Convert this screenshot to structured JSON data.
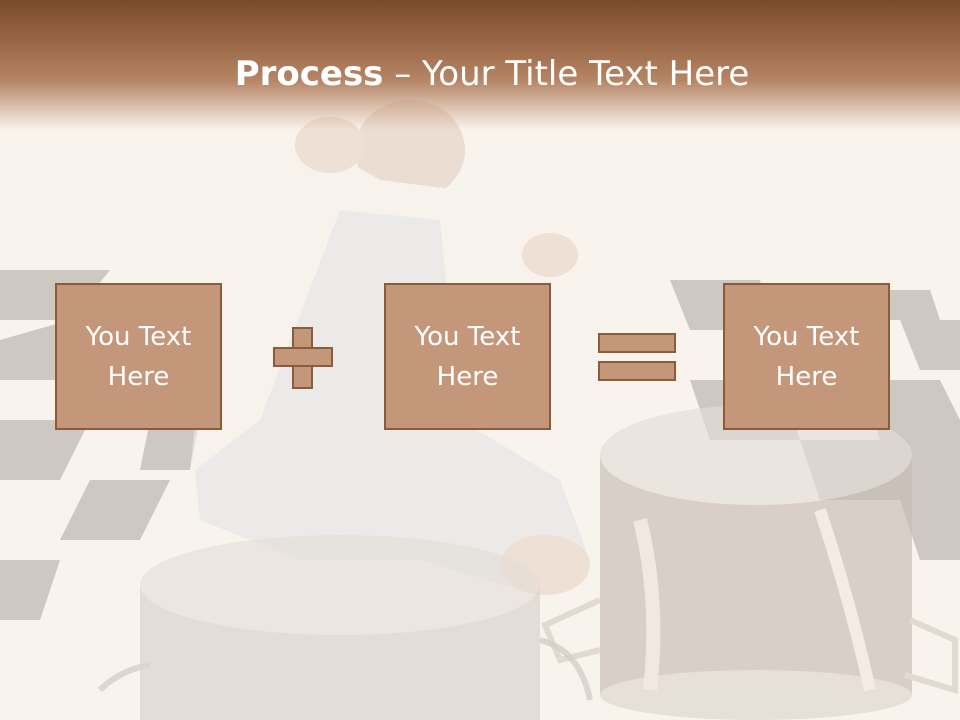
{
  "title": {
    "bold": "Process",
    "rest": " – Your Title Text Here"
  },
  "boxes": [
    {
      "label": "You Text Here"
    },
    {
      "label": "You Text Here"
    },
    {
      "label": "You Text Here"
    }
  ],
  "operators": [
    "plus-icon",
    "equals-icon"
  ],
  "colors": {
    "title_band": "#7a4a2c",
    "box_fill": "#c5977a",
    "box_border": "#8a5c3c",
    "text": "#ffffff"
  }
}
